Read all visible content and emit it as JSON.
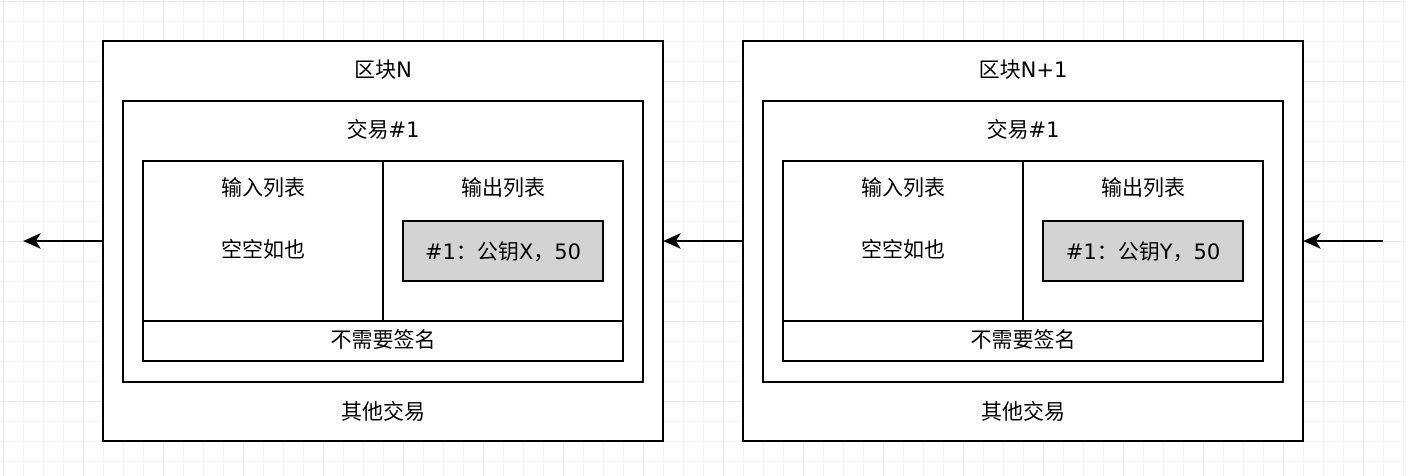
{
  "blocks": [
    {
      "title": "区块N",
      "transaction": {
        "title": "交易#1",
        "inputs": {
          "header": "输入列表",
          "content": "空空如也"
        },
        "outputs": {
          "header": "输出列表",
          "items": [
            "#1：公钥X，50"
          ]
        },
        "signature": "不需要签名"
      },
      "other": "其他交易"
    },
    {
      "title": "区块N+1",
      "transaction": {
        "title": "交易#1",
        "inputs": {
          "header": "输入列表",
          "content": "空空如也"
        },
        "outputs": {
          "header": "输出列表",
          "items": [
            "#1：公钥Y，50"
          ]
        },
        "signature": "不需要签名"
      },
      "other": "其他交易"
    }
  ],
  "connector_color": "#000000"
}
